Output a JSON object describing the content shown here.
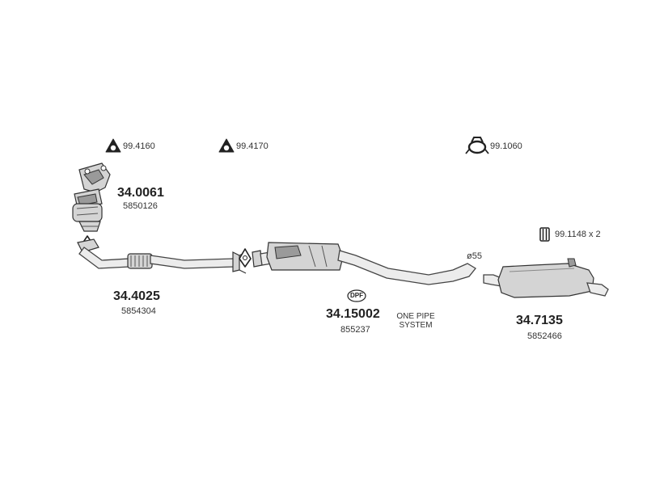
{
  "accessories": {
    "a1": {
      "code": "99.4160",
      "icon": "triangle-gasket-icon"
    },
    "a2": {
      "code": "99.4170",
      "icon": "triangle-gasket-icon"
    },
    "a3": {
      "code": "99.1060",
      "icon": "clamp-ring-icon"
    },
    "a4": {
      "code": "99.1148 x 2",
      "icon": "rubber-mount-icon"
    }
  },
  "parts": {
    "catalyst": {
      "number": "34.0061",
      "oem": "5850126"
    },
    "front_pipe": {
      "number": "34.4025",
      "oem": "5854304"
    },
    "dpf": {
      "badge": "DPF",
      "number": "34.15002",
      "oem": "855237",
      "note_line1": "ONE PIPE",
      "note_line2": "SYSTEM"
    },
    "rear_silencer": {
      "number": "34.7135",
      "oem": "5852466"
    }
  },
  "diameter_label": "ø55",
  "colors": {
    "line": "#333333",
    "fill": "#d4d4d4",
    "text": "#222222"
  }
}
